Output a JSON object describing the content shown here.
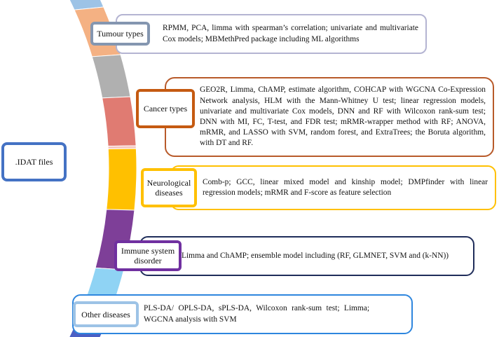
{
  "center_node": {
    "label": ".IDAT files",
    "color": "#4472c4"
  },
  "arc_segments": [
    {
      "name": "top-tip",
      "color": "#9dc3e6"
    },
    {
      "name": "tumour",
      "color": "#f4b183"
    },
    {
      "name": "grey",
      "color": "#b0b0b0"
    },
    {
      "name": "cancer",
      "color": "#e07b72"
    },
    {
      "name": "pink",
      "color": "#f5c6c0"
    },
    {
      "name": "neuro",
      "color": "#ffc000"
    },
    {
      "name": "immune",
      "color": "#7e3f98"
    },
    {
      "name": "light-blue",
      "color": "#8fd3f4"
    },
    {
      "name": "blue",
      "color": "#4b5fc4"
    }
  ],
  "categories": [
    {
      "label": "Tumour types",
      "label_border": "#8496b0",
      "desc_border": "#b4b4d2",
      "description": "RPMM, PCA, limma with spearman’s correlation; univariate and multivariate Cox models; MBMethPred package including  ML algorithms"
    },
    {
      "label": "Cancer types",
      "label_border": "#c55a11",
      "desc_border": "#b85a2a",
      "description": "GEO2R, Limma, ChAMP, estimate algorithm, COHCAP with WGCNA Co-Expression Network analysis, HLM with the Mann-Whitney U test; linear regression models, univariate and multivariate Cox models, DNN and RF with Wilcoxon rank-sum test; DNN with MI, FC, T-test, and FDR test;  mRMR-wrapper method with RF; ANOVA, mRMR, and LASSO with SVM, random forest, and ExtraTrees; the Boruta algorithm, with DT and RF."
    },
    {
      "label": "Neurological diseases",
      "label_border": "#ffc000",
      "desc_border": "#ffc000",
      "description": "Comb-p; GCC, linear mixed model and kinship model; DMPfinder with linear regression models; mRMR and F-score as feature selection"
    },
    {
      "label": "Immune system disorder",
      "label_border": "#7030a0",
      "desc_border": "#1f2d5a",
      "description": "Limma and ChAMP; ensemble model including (RF, GLMNET, SVM and (k-NN))"
    },
    {
      "label": "Other diseases",
      "label_border": "#9dc3e6",
      "desc_border": "#2e86de",
      "description": "PLS-DA/ OPLS-DA, sPLS-DA, Wilcoxon rank-sum test; Limma;  WGCNA analysis with SVM"
    }
  ]
}
